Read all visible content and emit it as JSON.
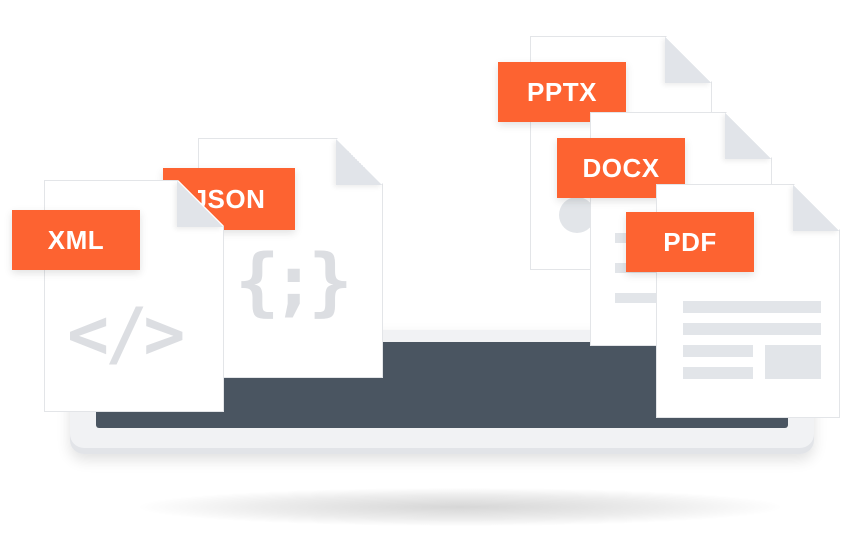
{
  "documents": [
    {
      "id": "xml",
      "label": "XML",
      "glyph": "</>",
      "icon": "code-brackets-icon"
    },
    {
      "id": "json",
      "label": "JSON",
      "glyph": "{;}",
      "icon": "curly-braces-icon"
    },
    {
      "id": "pptx",
      "label": "PPTX",
      "icon": "slide-chart-icon"
    },
    {
      "id": "docx",
      "label": "DOCX",
      "icon": "text-lines-icon"
    },
    {
      "id": "pdf",
      "label": "PDF",
      "icon": "document-layout-icon"
    }
  ],
  "colors": {
    "label_orange": "#fd6331",
    "tablet_screen": "#4a5561",
    "tablet_body": "#f1f2f4",
    "placeholder_gray": "#e2e5e9"
  }
}
